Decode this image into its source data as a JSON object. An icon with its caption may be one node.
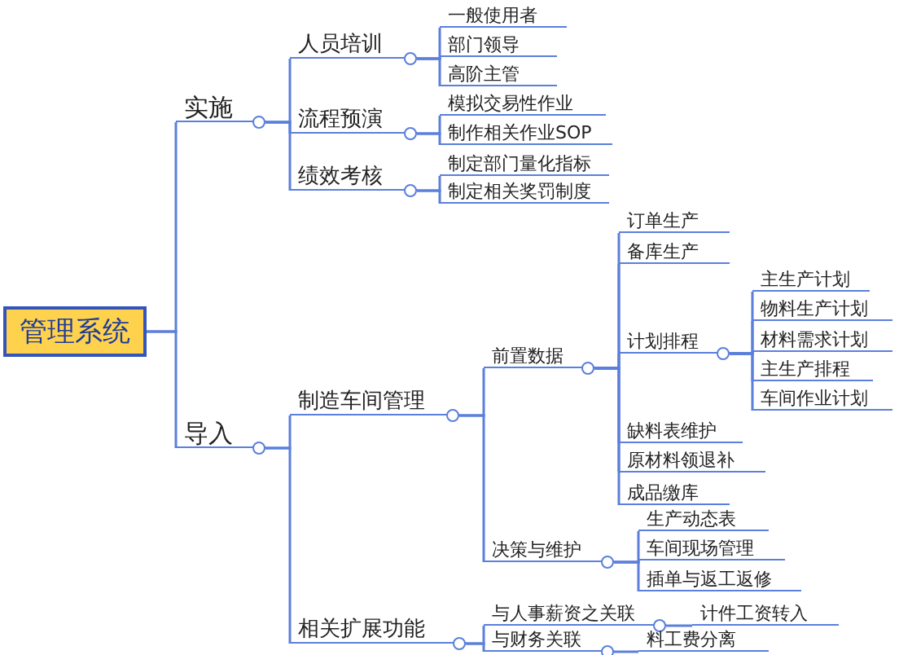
{
  "diagram": {
    "nodes": [
      {
        "text": [
          "管理系统"
        ]
      },
      {
        "text": [
          "实施"
        ]
      },
      {
        "text": [
          "人员培训"
        ]
      },
      {
        "text": [
          "一般使用者"
        ]
      },
      {
        "text": [
          "部门领导"
        ]
      },
      {
        "text": [
          "高阶主管"
        ]
      },
      {
        "text": [
          "流程预演"
        ]
      },
      {
        "text": [
          "模拟交易性作业"
        ]
      },
      {
        "text": [
          "制作相关作业SOP"
        ]
      },
      {
        "text": [
          "绩效考核"
        ]
      },
      {
        "text": [
          "制定部门量化指标"
        ]
      },
      {
        "text": [
          "制定相关奖罚制度"
        ]
      },
      {
        "text": [
          "导入"
        ]
      },
      {
        "text": [
          "制造车间管理"
        ]
      },
      {
        "text": [
          "前置数据"
        ]
      },
      {
        "text": [
          "订单生产"
        ]
      },
      {
        "text": [
          "备库生产"
        ]
      },
      {
        "text": [
          "计划排程"
        ]
      },
      {
        "text": [
          "主生产计划"
        ]
      },
      {
        "text": [
          "物料生产计划"
        ]
      },
      {
        "text": [
          "材料需求计划"
        ]
      },
      {
        "text": [
          "主生产排程"
        ]
      },
      {
        "text": [
          "车间作业计划"
        ]
      },
      {
        "text": [
          "缺料表维护"
        ]
      },
      {
        "text": [
          "原材料领退补"
        ]
      },
      {
        "text": [
          "成品缴库"
        ]
      },
      {
        "text": [
          "决策与维护"
        ]
      },
      {
        "text": [
          "生产动态表"
        ]
      },
      {
        "text": [
          "车间现场管理"
        ]
      },
      {
        "text": [
          "插单与返工返修"
        ]
      },
      {
        "text": [
          "相关扩展功能"
        ]
      },
      {
        "text": [
          "与人事薪资之关联"
        ]
      },
      {
        "text": [
          "计件工资转入"
        ]
      },
      {
        "text": [
          "与财务关联"
        ]
      },
      {
        "text": [
          "料工费分离"
        ]
      }
    ],
    "edges": [
      {
        "from": 0,
        "to": 1,
        "arrow": "none"
      },
      {
        "from": 0,
        "to": 12,
        "arrow": "none"
      },
      {
        "from": 1,
        "to": 2,
        "arrow": "none"
      },
      {
        "from": 1,
        "to": 6,
        "arrow": "none"
      },
      {
        "from": 1,
        "to": 9,
        "arrow": "none"
      },
      {
        "from": 2,
        "to": 3,
        "arrow": "none"
      },
      {
        "from": 2,
        "to": 4,
        "arrow": "none"
      },
      {
        "from": 2,
        "to": 5,
        "arrow": "none"
      },
      {
        "from": 6,
        "to": 7,
        "arrow": "none"
      },
      {
        "from": 6,
        "to": 8,
        "arrow": "none"
      },
      {
        "from": 9,
        "to": 10,
        "arrow": "none"
      },
      {
        "from": 9,
        "to": 11,
        "arrow": "none"
      },
      {
        "from": 12,
        "to": 13,
        "arrow": "none"
      },
      {
        "from": 12,
        "to": 30,
        "arrow": "none"
      },
      {
        "from": 13,
        "to": 14,
        "arrow": "none"
      },
      {
        "from": 13,
        "to": 26,
        "arrow": "none"
      },
      {
        "from": 14,
        "to": 15,
        "arrow": "none"
      },
      {
        "from": 14,
        "to": 16,
        "arrow": "none"
      },
      {
        "from": 14,
        "to": 17,
        "arrow": "none"
      },
      {
        "from": 14,
        "to": 23,
        "arrow": "none"
      },
      {
        "from": 14,
        "to": 24,
        "arrow": "none"
      },
      {
        "from": 14,
        "to": 25,
        "arrow": "none"
      },
      {
        "from": 17,
        "to": 18,
        "arrow": "none"
      },
      {
        "from": 17,
        "to": 19,
        "arrow": "none"
      },
      {
        "from": 17,
        "to": 20,
        "arrow": "none"
      },
      {
        "from": 17,
        "to": 21,
        "arrow": "none"
      },
      {
        "from": 17,
        "to": 22,
        "arrow": "none"
      },
      {
        "from": 26,
        "to": 27,
        "arrow": "none"
      },
      {
        "from": 26,
        "to": 28,
        "arrow": "none"
      },
      {
        "from": 26,
        "to": 29,
        "arrow": "none"
      },
      {
        "from": 30,
        "to": 31,
        "arrow": "none"
      },
      {
        "from": 30,
        "to": 33,
        "arrow": "none"
      },
      {
        "from": 31,
        "to": 32,
        "arrow": "none"
      },
      {
        "from": 33,
        "to": 34,
        "arrow": "none"
      }
    ]
  }
}
